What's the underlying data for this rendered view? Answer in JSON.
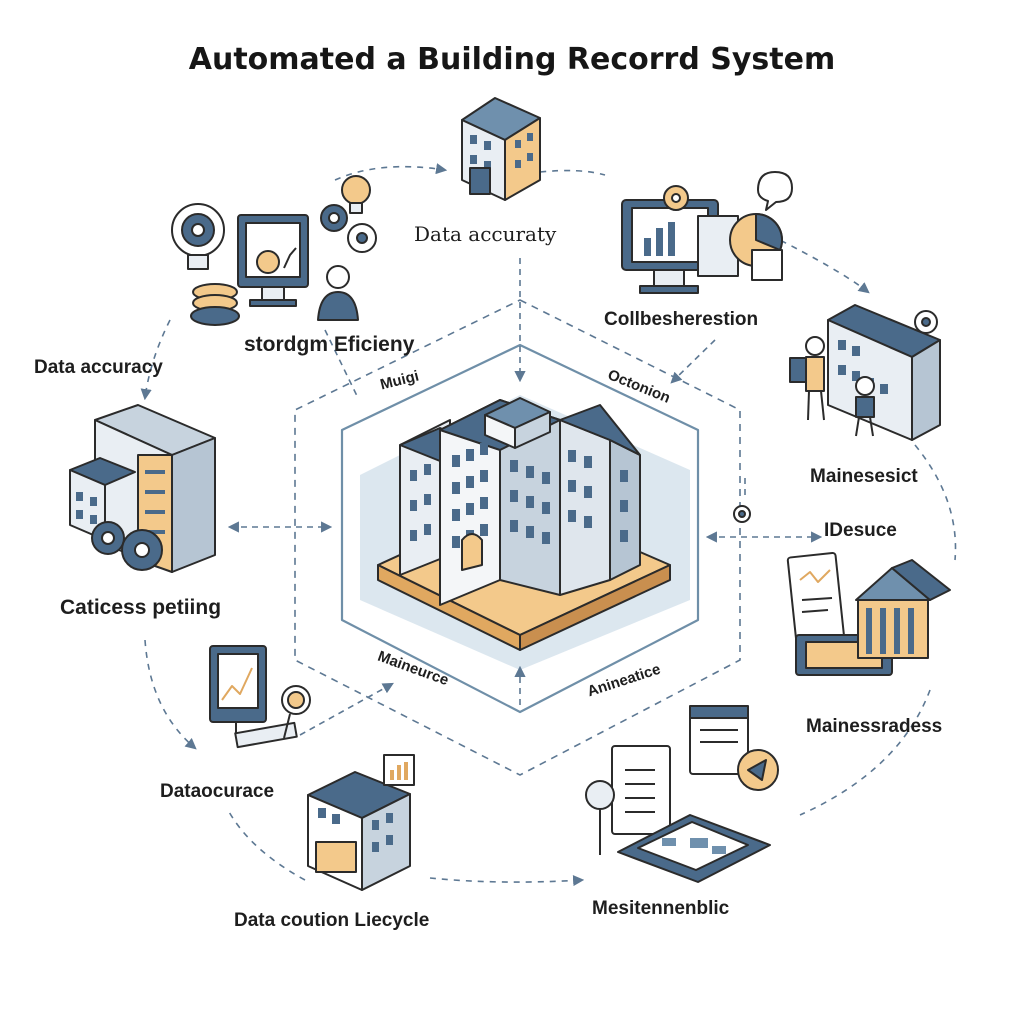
{
  "title": "Automated a Building Recorrd System",
  "labels": {
    "top": "Data accuraty",
    "top_right": "Collbesherestion",
    "top_left_efficiency": "stordgm Eficieny",
    "left_upper": "Data accuracy",
    "right_upper": "Mainesesict",
    "right_mid": "IDesuce",
    "left_mid": "Caticess petiing",
    "right_lower": "Mainessradess",
    "left_lower": "Dataocurace",
    "bottom_left": "Data coution Liecycle",
    "bottom_right": "Mesitennenblic",
    "inner_top_left": "Muigi",
    "inner_top_right": "Octonion",
    "inner_bottom_left": "Maineurce",
    "inner_bottom_right": "Anineatice"
  },
  "colors": {
    "navy": "#4a6a8a",
    "steel": "#6f90ad",
    "orange": "#f3c98b",
    "line": "#2b2b2b",
    "dash": "#5d7893",
    "hex": "#6f8fa8",
    "glow": "#d6e3ec"
  },
  "icons": [
    "building-icon",
    "dashboard-icon",
    "monitor-chart-icon",
    "gear-icon",
    "lightbulb-icon",
    "server-building-icon",
    "workers-building-icon",
    "document-icon",
    "bank-icon",
    "laptop-chart-icon",
    "office-building-icon",
    "blueprint-icon",
    "magnifier-icon",
    "person-icon",
    "speech-bubble-icon"
  ]
}
